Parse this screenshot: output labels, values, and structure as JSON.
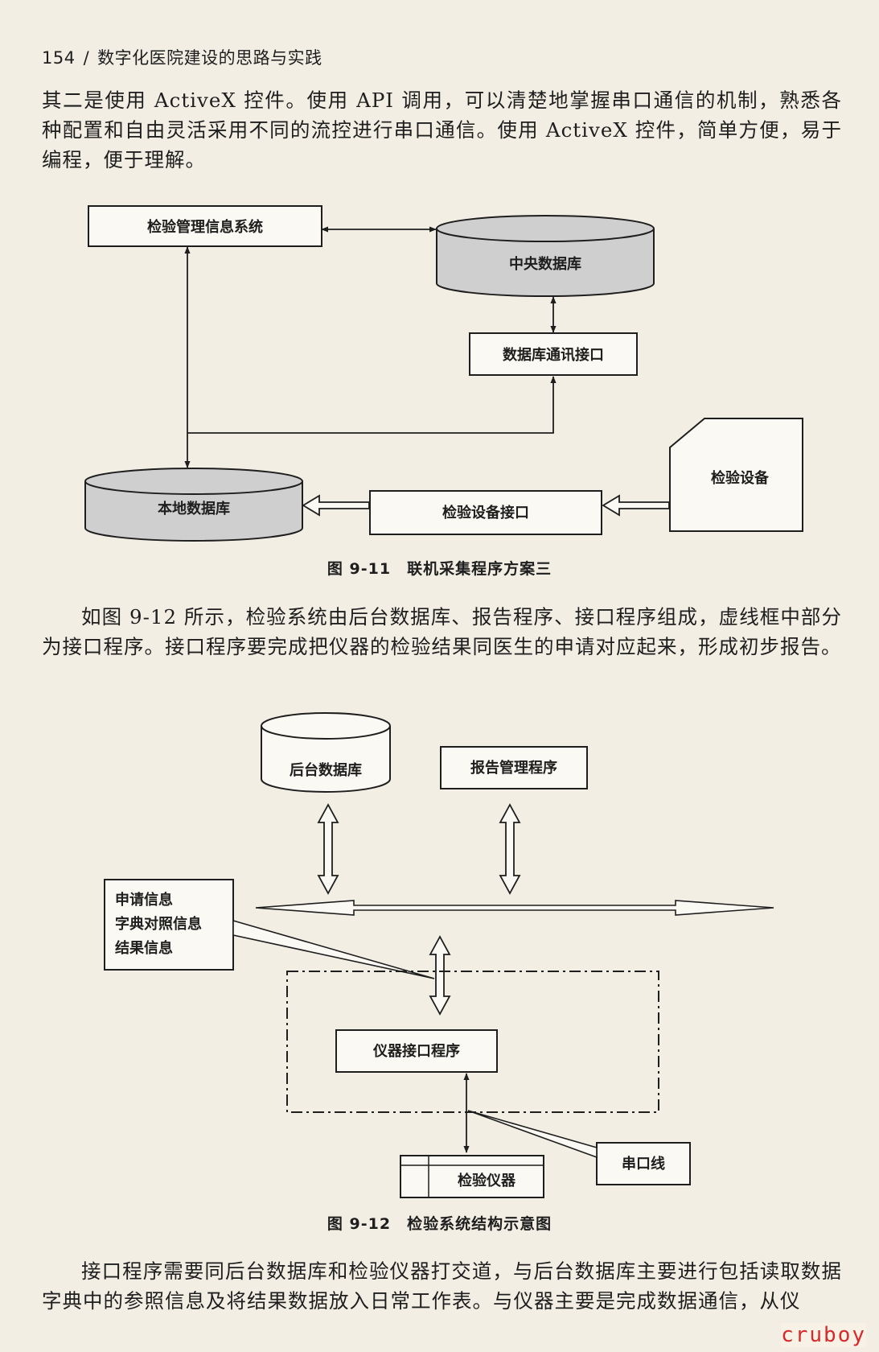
{
  "header": {
    "page_number": "154",
    "separator": "/",
    "book_title": "数字化医院建设的思路与实践"
  },
  "paragraphs": {
    "p1": "其二是使用 ActiveX 控件。使用 API 调用，可以清楚地掌握串口通信的机制，熟悉各种配置和自由灵活采用不同的流控进行串口通信。使用 ActiveX 控件，简单方便，易于编程，便于理解。",
    "p2": "如图 9-12 所示，检验系统由后台数据库、报告程序、接口程序组成，虚线框中部分为接口程序。接口程序要完成把仪器的检验结果同医生的申请对应起来，形成初步报告。",
    "p3": "接口程序需要同后台数据库和检验仪器打交道，与后台数据库主要进行包括读取数据字典中的参照信息及将结果数据放入日常工作表。与仪器主要是完成数据通信，从仪"
  },
  "figure_11": {
    "lis": "检验管理信息系统",
    "central_db": "中央数据库",
    "db_comm": "数据库通讯接口",
    "device": "检验设备",
    "local_db": "本地数据库",
    "device_iface": "检验设备接口",
    "caption": "图 9-11　联机采集程序方案三"
  },
  "figure_12": {
    "backend_db": "后台数据库",
    "report_prog": "报告管理程序",
    "info_line1": "申请信息",
    "info_line2": "字典对照信息",
    "info_line3": "结果信息",
    "iface_prog": "仪器接口程序",
    "serial_line": "串口线",
    "instrument": "检验仪器",
    "caption": "图 9-12　检验系统结构示意图"
  },
  "watermark": "cruboy"
}
